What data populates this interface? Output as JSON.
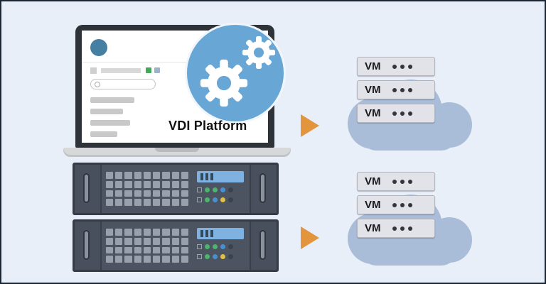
{
  "diagram": {
    "title": "VDI Platform",
    "gear_badge": {
      "icon": "gears-icon"
    },
    "laptop_ui": {
      "avatar_icon": "user-avatar-icon",
      "search_icon": "search-icon"
    },
    "servers": [
      {
        "name": "server-unit-1"
      },
      {
        "name": "server-unit-2"
      }
    ],
    "arrows": [
      {
        "icon": "right-arrow-icon",
        "direction": "right"
      },
      {
        "icon": "right-arrow-icon",
        "direction": "right"
      }
    ],
    "vm_groups": [
      {
        "cloud_icon": "cloud-icon",
        "vms": [
          {
            "label": "VM"
          },
          {
            "label": "VM"
          },
          {
            "label": "VM"
          }
        ]
      },
      {
        "cloud_icon": "cloud-icon",
        "vms": [
          {
            "label": "VM"
          },
          {
            "label": "VM"
          },
          {
            "label": "VM"
          }
        ]
      }
    ],
    "colors": {
      "background": "#e9eff8",
      "border": "#1b2634",
      "gear_circle": "#67a6d5",
      "arrow": "#e2953c",
      "cloud": "#a9bdd8",
      "vm_box": "#e2e3e9",
      "server_body": "#4b5460",
      "display_blue": "#7fb2e0",
      "led_green": "#4db36f",
      "led_blue": "#4a8fd0",
      "led_yellow": "#dec04b"
    }
  }
}
